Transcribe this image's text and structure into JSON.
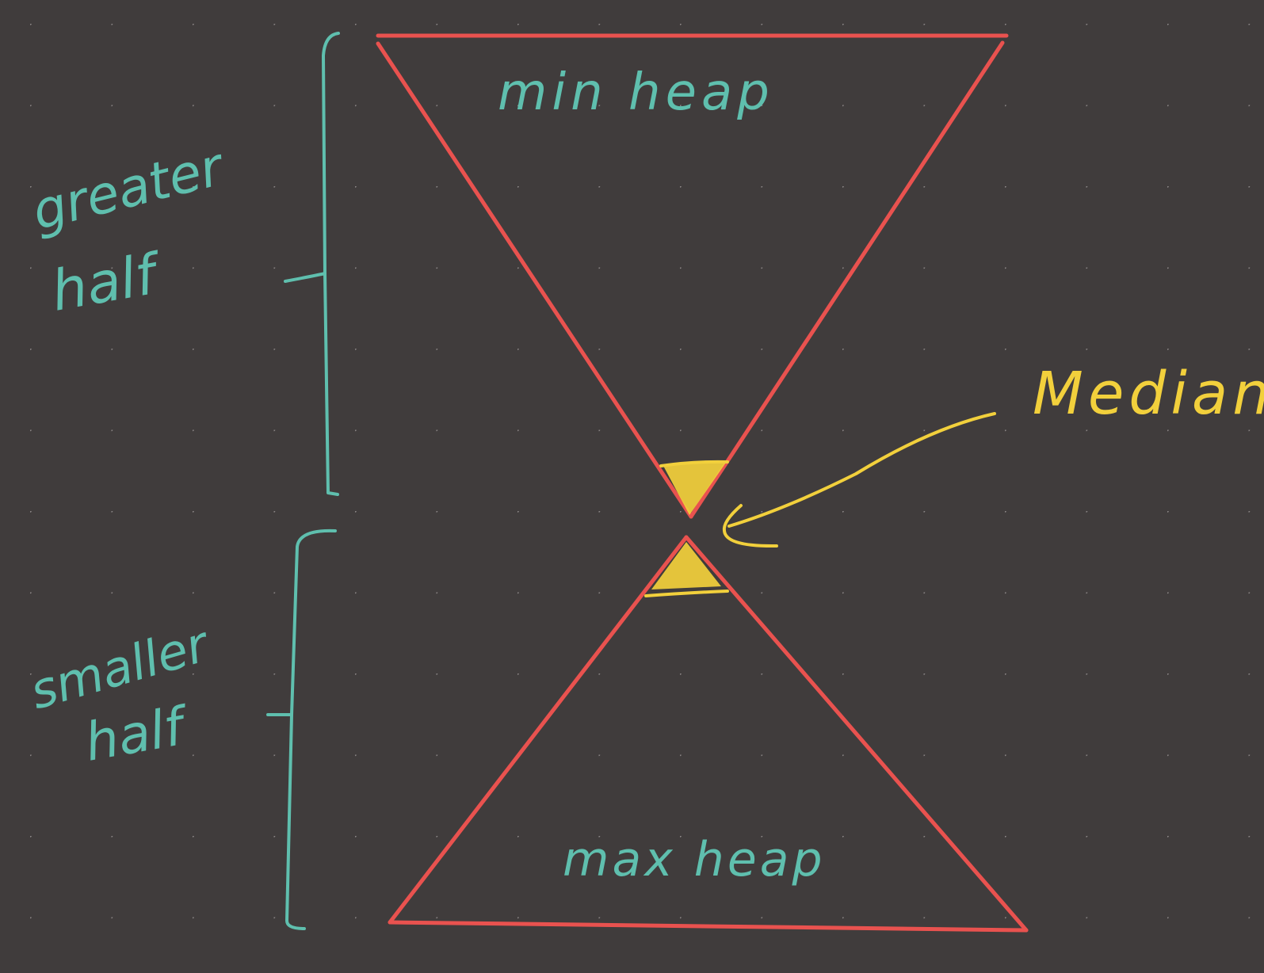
{
  "colors": {
    "background": "#403c3c",
    "dot_grid": "#8a8585",
    "heap_outline": "#e9524f",
    "label_teal": "#5fbfae",
    "median_yellow": "#f2d03c"
  },
  "labels": {
    "min_heap": "min heap",
    "max_heap": "max heap",
    "greater_half_line1": "greater",
    "greater_half_line2": "half",
    "smaller_half_line1": "smaller",
    "smaller_half_line2": "half",
    "median": "Median"
  }
}
